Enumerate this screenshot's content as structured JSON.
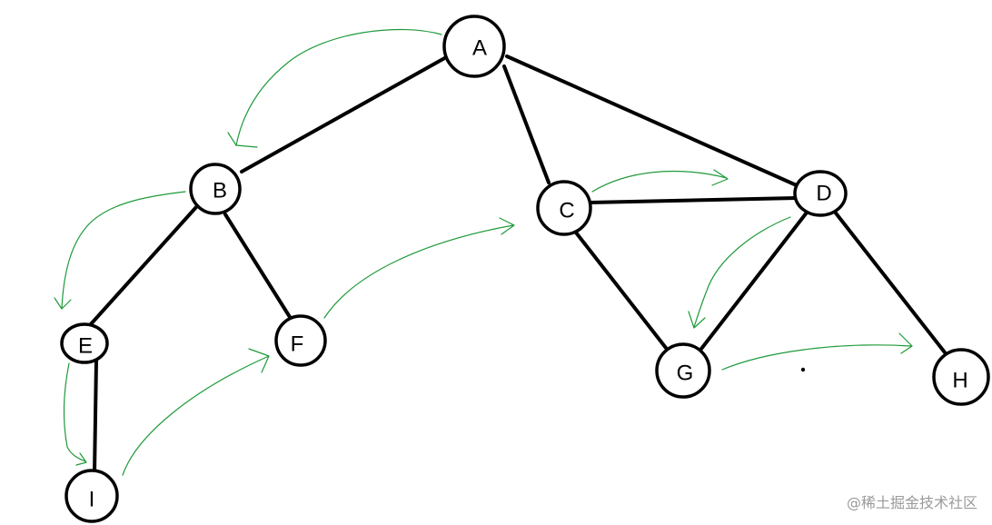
{
  "graph": {
    "nodes": [
      {
        "id": "A",
        "label": "A"
      },
      {
        "id": "B",
        "label": "B"
      },
      {
        "id": "C",
        "label": "C"
      },
      {
        "id": "D",
        "label": "D"
      },
      {
        "id": "E",
        "label": "E"
      },
      {
        "id": "F",
        "label": "F"
      },
      {
        "id": "G",
        "label": "G"
      },
      {
        "id": "H",
        "label": "H"
      },
      {
        "id": "I",
        "label": "I"
      }
    ],
    "edges": [
      {
        "from": "A",
        "to": "B"
      },
      {
        "from": "A",
        "to": "C"
      },
      {
        "from": "A",
        "to": "D"
      },
      {
        "from": "B",
        "to": "E"
      },
      {
        "from": "B",
        "to": "F"
      },
      {
        "from": "E",
        "to": "I"
      },
      {
        "from": "C",
        "to": "D"
      },
      {
        "from": "C",
        "to": "G"
      },
      {
        "from": "D",
        "to": "G"
      },
      {
        "from": "D",
        "to": "H"
      }
    ],
    "traversal_order": [
      "A",
      "B",
      "E",
      "I",
      "F",
      "C",
      "D",
      "G",
      "H"
    ]
  },
  "colors": {
    "edge": "#000000",
    "node_stroke": "#000000",
    "node_fill": "#ffffff",
    "traversal_arrow": "#1f9a3a",
    "watermark": "#9a9a9a"
  },
  "watermark": {
    "text": "@稀土掘金技术社区"
  }
}
